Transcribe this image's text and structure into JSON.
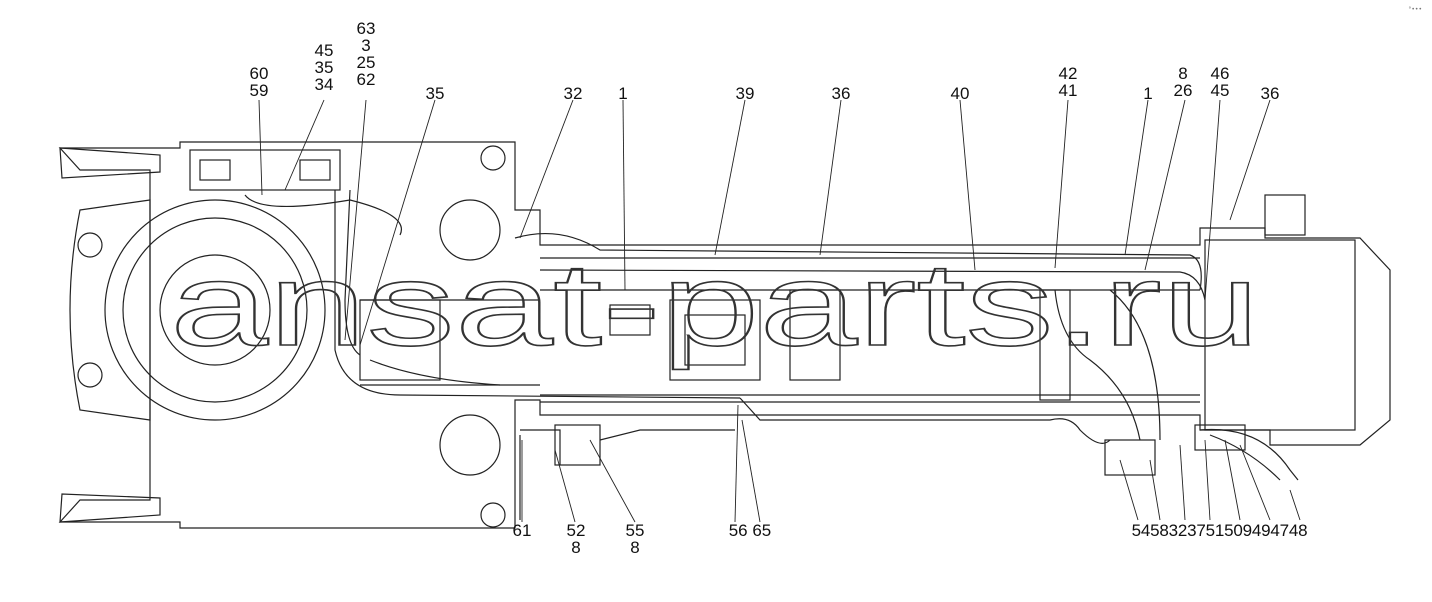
{
  "watermark": "ansat-parts.ru",
  "corner_mark": "°•••",
  "callouts": {
    "c60_59": [
      "60",
      "59"
    ],
    "c45_35_34": [
      "45",
      "35",
      "34"
    ],
    "c63_3_25_62": [
      "63",
      "3",
      "25",
      "62"
    ],
    "c35": [
      "35"
    ],
    "c32": [
      "32"
    ],
    "c1a": [
      "1"
    ],
    "c39": [
      "39"
    ],
    "c36a": [
      "36"
    ],
    "c40": [
      "40"
    ],
    "c42_41": [
      "42",
      "41"
    ],
    "c1b": [
      "1"
    ],
    "c8_26": [
      "8",
      "26"
    ],
    "c46_45": [
      "46",
      "45"
    ],
    "c36b": [
      "36"
    ],
    "c61": [
      "61"
    ],
    "c52_8": [
      "52",
      "8"
    ],
    "c55_8": [
      "55",
      "8"
    ],
    "c56_65": [
      "56 65"
    ],
    "c_bottom_right": [
      "5458323751509494748"
    ]
  }
}
